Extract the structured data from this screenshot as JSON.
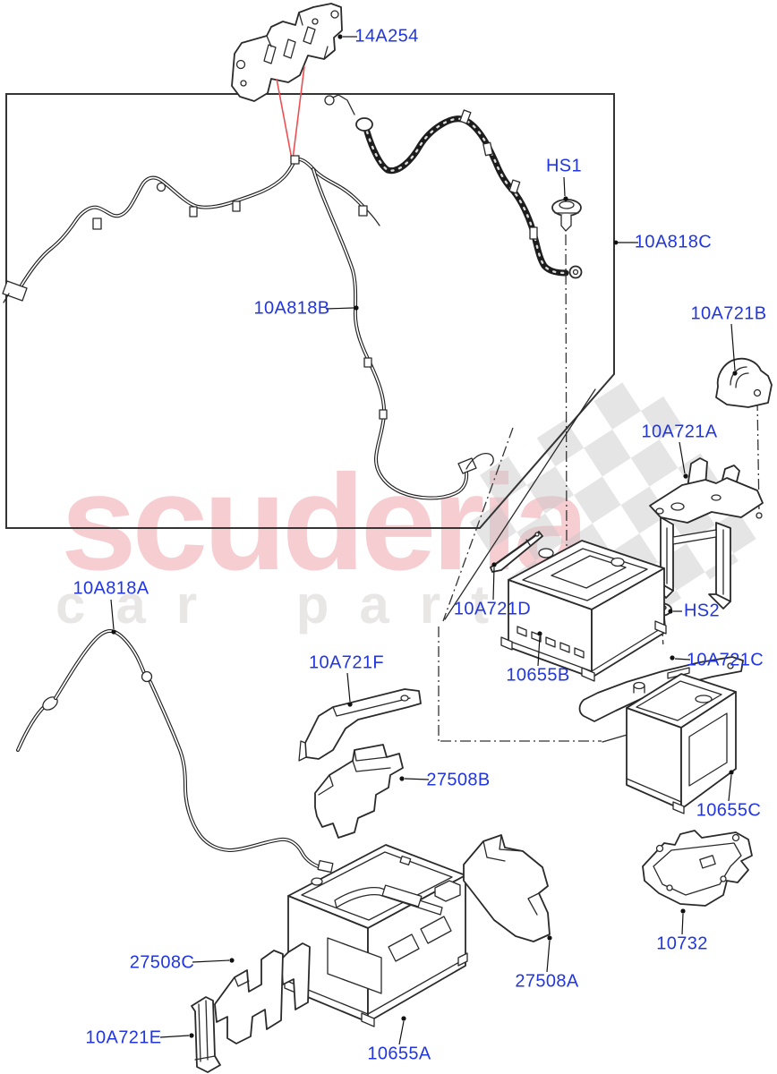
{
  "watermark": {
    "line1": "scuderia",
    "line2": "car parts"
  },
  "labels": {
    "l14A254": "14A254",
    "l10A818C": "10A818C",
    "l10A818B": "10A818B",
    "l10A818A": "10A818A",
    "lHS1": "HS1",
    "lHS2": "HS2",
    "l10A721A": "10A721A",
    "l10A721B": "10A721B",
    "l10A721C": "10A721C",
    "l10A721D": "10A721D",
    "l10A721E": "10A721E",
    "l10A721F": "10A721F",
    "l10655A": "10655A",
    "l10655B": "10655B",
    "l10655C": "10655C",
    "l27508A": "27508A",
    "l27508B": "27508B",
    "l27508C": "27508C",
    "l10732": "10732"
  },
  "colors": {
    "label_blue": "#2136e2",
    "line_black": "#2a2a2a",
    "red_arrow": "#ef4f52",
    "watermark_pink": "#f6ced2",
    "watermark_gray": "#e9e6e6",
    "checker_gray": "#c6c6c6",
    "background": "#ffffff"
  }
}
